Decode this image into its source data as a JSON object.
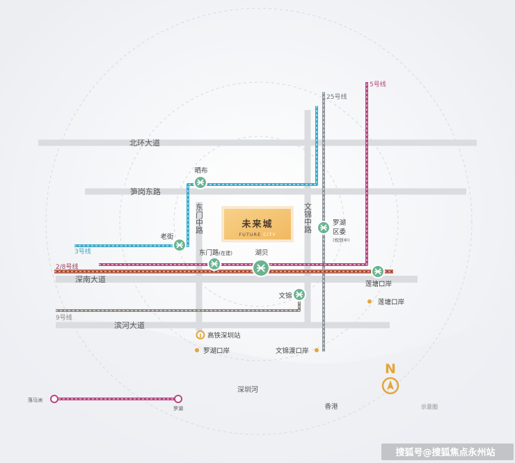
{
  "roads": {
    "beihuan": "北环大道",
    "sungang": "笋岗东路",
    "dongmen": "东门中路",
    "wenjin_road": "文锦中路",
    "shennan": "深南大道",
    "binhe": "滨河大道",
    "river": "深圳河"
  },
  "lines": {
    "line3": "3号线",
    "line28": "2/8号线",
    "line9": "9号线",
    "line25": "25号线",
    "line5": "5号线"
  },
  "stations": {
    "shaibu": "晒布",
    "laojie": "老街",
    "dongmenlu": "东门路",
    "dongmenlu_note": "(在建)",
    "hubei": "湖贝",
    "wenjin": "文锦",
    "luohu_qw1": "罗湖",
    "luohu_qw2": "区委",
    "luohu_qw_note": "(规划中)",
    "liantang": "莲塘口岸",
    "liantang_port": "莲塘口岸",
    "gaotie": "高铁深圳站",
    "luohu_port": "罗湖口岸",
    "wenjindu_port": "文锦渡口岸",
    "luomazhou": "落马洲",
    "luohu_legend": "罗湖"
  },
  "project": {
    "name_cn": "未来城",
    "name_en_a": "FUTURE ",
    "name_en_b": "CITY"
  },
  "hongkong": "香港",
  "north": "N",
  "note": "示意图",
  "watermark": "搜狐号@搜狐焦点永州站",
  "colors": {
    "line3": "#3aa9c9",
    "line28": "#c2437e",
    "line28_orange": "#d8863a",
    "line9": "#8e8884",
    "line25": "#8f949c",
    "line5": "#b8447f",
    "station": "#6bb391",
    "gold": "#e3a53a",
    "project": "#f3c97a"
  }
}
